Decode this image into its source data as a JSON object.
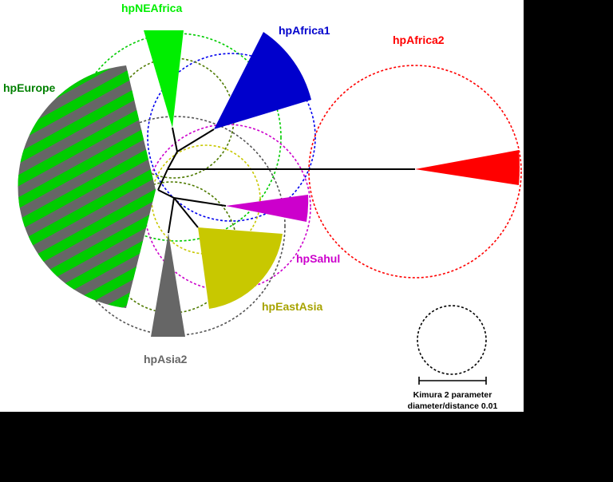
{
  "populations": [
    {
      "key": "europe",
      "label": "hpEurope",
      "color": "#008000"
    },
    {
      "key": "neafrica",
      "label": "hpNEAfrica",
      "color": "#00ee00"
    },
    {
      "key": "africa1",
      "label": "hpAfrica1",
      "color": "#0000cc"
    },
    {
      "key": "africa2",
      "label": "hpAfrica2",
      "color": "#ff0000"
    },
    {
      "key": "sahul",
      "label": "hpSahul",
      "color": "#cc00cc"
    },
    {
      "key": "eastasia",
      "label": "hpEastAsia",
      "color": "#a7a300"
    },
    {
      "key": "asia2",
      "label": "hpAsia2",
      "color": "#666666"
    }
  ],
  "scale": {
    "line1": "Kimura 2 parameter",
    "line2": "diameter/distance 0.01"
  },
  "colors": {
    "europe_stripe": "#00cc00",
    "europe_stripe_alt": "#666666",
    "eastasia_fill": "#c8c800",
    "ring_green": "#00cc00",
    "ring_darkgreen": "#4e7a00",
    "ring_blue": "#0000ee",
    "ring_purple": "#cc00cc",
    "ring_yellow": "#c8c800",
    "ring_gray": "#555555",
    "ring_red": "#ff0000",
    "tree": "#000000"
  }
}
